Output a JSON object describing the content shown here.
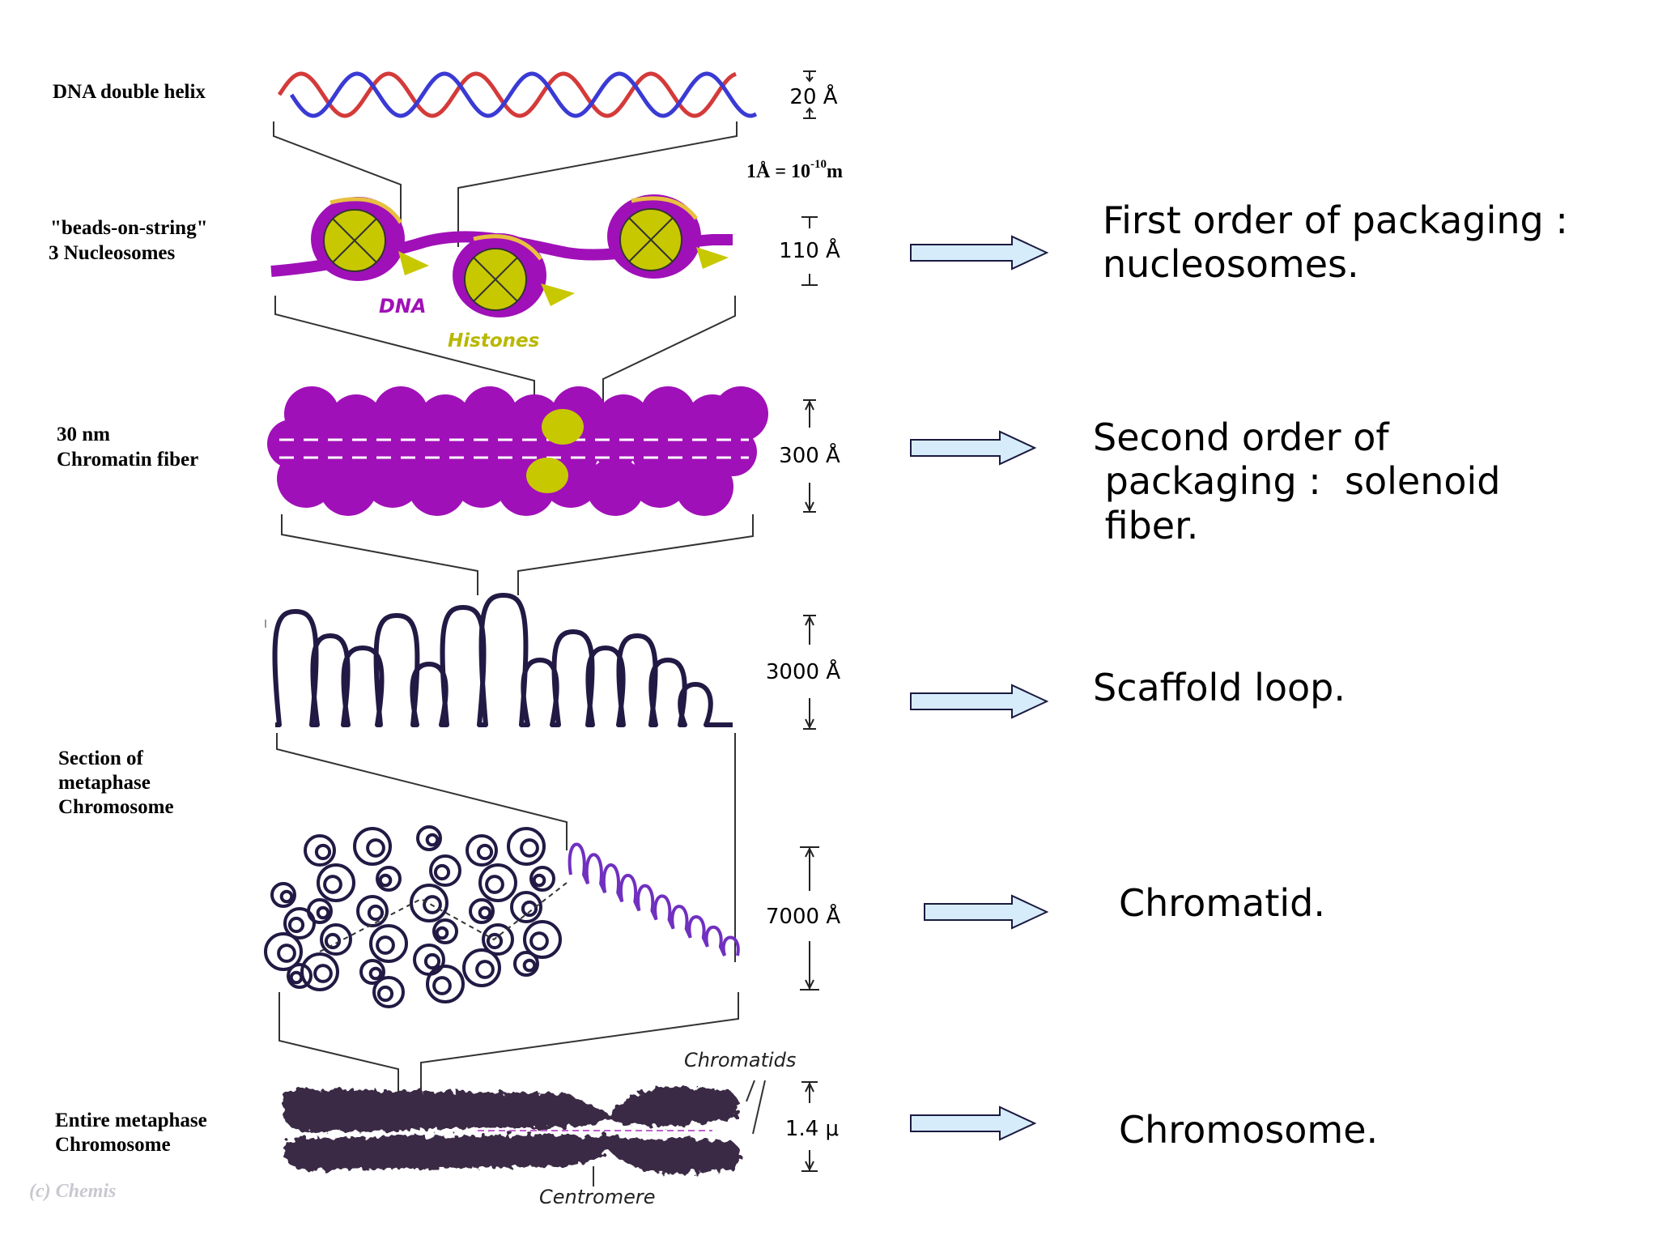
{
  "colors": {
    "dna_red": "#d43a3a",
    "dna_blue": "#3a3ad4",
    "chromatin_purple": "#a010b8",
    "histone_yellow": "#c8c800",
    "loop_dark": "#221a44",
    "chromatid_purple": "#7030c0",
    "chromosome_dark": "#3a2a44",
    "arrow_fill": "#d6ecfa",
    "arrow_stroke": "#1a1a40"
  },
  "levels": [
    {
      "label_lines": [
        "DNA double helix"
      ],
      "scale": "20 Å"
    },
    {
      "label_lines": [
        "\"beads-on-string\"",
        "3 Nucleosomes"
      ],
      "scale": "110 Å"
    },
    {
      "label_lines": [
        "30 nm",
        "Chromatin fiber"
      ],
      "scale": "300 Å"
    },
    {
      "label_lines": [],
      "scale": "3000 Å"
    },
    {
      "label_lines": [
        "Section of",
        "metaphase",
        "Chromosome"
      ],
      "scale": "7000 Å"
    },
    {
      "label_lines": [
        "Entire metaphase",
        "Chromosome"
      ],
      "scale": "1.4 μ"
    }
  ],
  "unit_note": {
    "base": "1Å = 10",
    "exponent": "-10",
    "unit": "m"
  },
  "inline_labels": {
    "dna": "DNA",
    "histones": "Histones",
    "chromatids": "Chromatids",
    "centromere": "Centromere"
  },
  "copyright": "(c) Chemis",
  "packaging_notes": [
    "First order of packaging :\nnucleosomes.",
    "Second order of\n packaging :  solenoid\n fiber.",
    "Scaffold loop.",
    "Chromatid.",
    "Chromosome."
  ]
}
